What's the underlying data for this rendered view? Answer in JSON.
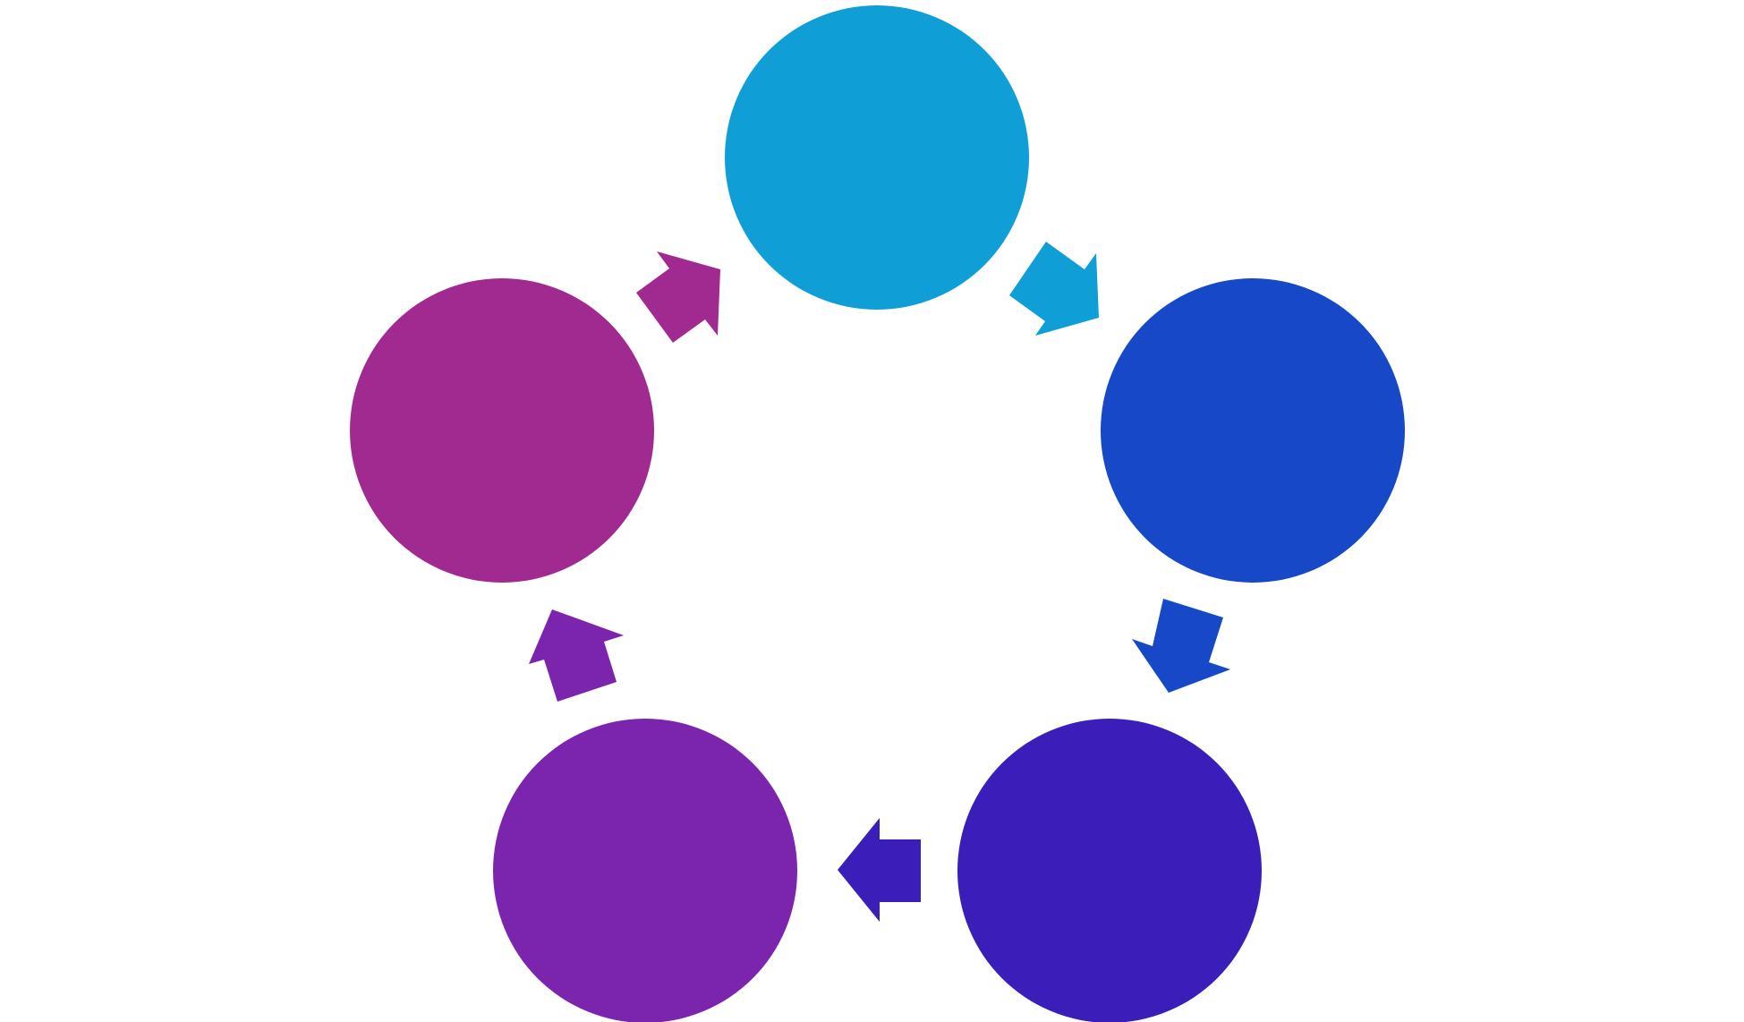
{
  "diagram": {
    "type": "cycle",
    "direction": "clockwise",
    "nodes": [
      {
        "id": "node-1",
        "label": "",
        "color": "#109ED6"
      },
      {
        "id": "node-2",
        "label": "",
        "color": "#1648C8"
      },
      {
        "id": "node-3",
        "label": "",
        "color": "#3B1EBA"
      },
      {
        "id": "node-4",
        "label": "",
        "color": "#7B24AD"
      },
      {
        "id": "node-5",
        "label": "",
        "color": "#A02A90"
      }
    ],
    "edges": [
      {
        "from": "node-1",
        "to": "node-2",
        "color": "#109ED6"
      },
      {
        "from": "node-2",
        "to": "node-3",
        "color": "#1648C8"
      },
      {
        "from": "node-3",
        "to": "node-4",
        "color": "#3B1EBA"
      },
      {
        "from": "node-4",
        "to": "node-5",
        "color": "#7B24AD"
      },
      {
        "from": "node-5",
        "to": "node-1",
        "color": "#A02A90"
      }
    ]
  }
}
